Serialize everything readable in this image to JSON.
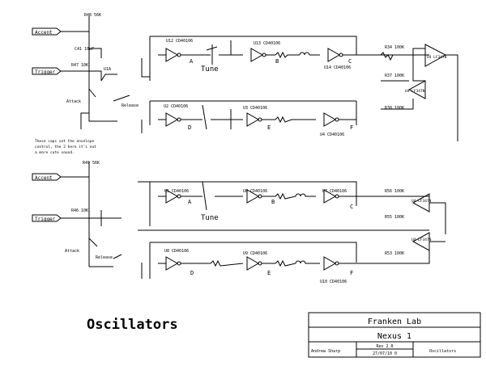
{
  "title": "Oscillators",
  "note": [
    "These caps set the envelope",
    "control, the 2 here it's out",
    "a more cute sound."
  ],
  "title_block": {
    "org": "Franken Lab",
    "project": "Nexus 1",
    "author": "Andrew Sharp",
    "rev": "Rev 2.0",
    "date": "27/07/10 0",
    "sheet": "Oscillators"
  },
  "inputs": {
    "accent_top": "Accent",
    "trigger_top": "Trigger",
    "accent_bottom": "Accent",
    "trigger_bottom": "Trigger"
  },
  "labels": {
    "tune1": "Tune",
    "tune2": "Tune",
    "release_top": "Release",
    "release_bottom": "Release",
    "attack_top": "Attack",
    "attack_bottom": "Attack",
    "stage_top": [
      "A",
      "B",
      "C"
    ],
    "stage_mid": [
      "D",
      "E",
      "F"
    ],
    "stage_lower": [
      "A",
      "B",
      "C"
    ],
    "stage_bottom": [
      "D",
      "E",
      "F"
    ]
  },
  "parts": {
    "r_top_accent": "R48 56K",
    "c_top": "C41 10uF",
    "r_top_trig": "R47 10K",
    "u_top": "U1A",
    "ic_u12": "U12 CD40106",
    "ic_u13": "U13 CD40106",
    "ic_u14": "U14 CD40106",
    "r_out_a": "R34 100K",
    "r_out_b": "R37 100K",
    "r_out_c": "R38 100K",
    "opamp_top": "U4 LF347N",
    "opamp_mid": "U4 LF347N",
    "ic_u22": "U2 CD40106",
    "ic_u23": "U3 CD40106",
    "ic_u24": "U4 CD40106",
    "r_bot_accent": "R49 56K",
    "r_bot_trig": "R46 10K",
    "ic_u31": "U5 CD40106",
    "ic_u32": "U6 CD40106",
    "ic_u33": "U7 CD40106",
    "ic_u41": "U8 CD40106",
    "ic_u42": "U9 CD40106",
    "ic_u43": "U10 CD40106",
    "opamp_bot1": "U4 LF347N",
    "opamp_bot2": "U4 LF347N",
    "r_bot_out1": "R56 100K",
    "r_bot_out2": "R55 100K",
    "r_bot_out3": "R53 100K"
  }
}
